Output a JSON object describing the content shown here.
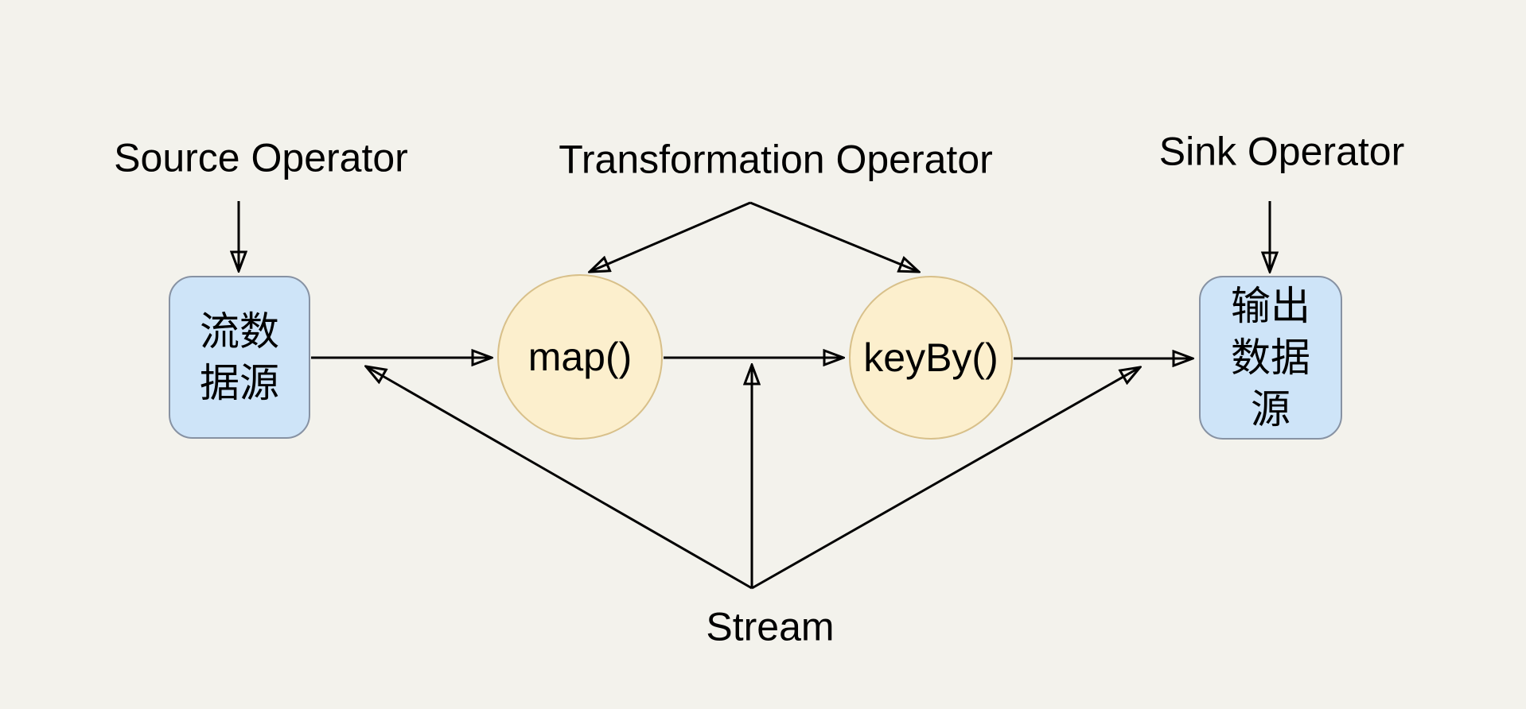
{
  "colors": {
    "background": "#f3f2ec",
    "line": "#000000",
    "text": "#000000",
    "source_sink_fill": "#cee4f8",
    "source_sink_border": "#8792a3",
    "operator_fill": "#fcefcd",
    "operator_border": "#d8c08a"
  },
  "annotations": {
    "source_operator": "Source Operator",
    "transformation_operator": "Transformation Operator",
    "sink_operator": "Sink Operator",
    "stream": "Stream"
  },
  "nodes": {
    "source": {
      "label": "流数\n据源"
    },
    "map": {
      "label": "map()"
    },
    "keyby": {
      "label": "keyBy()"
    },
    "sink": {
      "label": "输出\n数据\n源"
    }
  }
}
